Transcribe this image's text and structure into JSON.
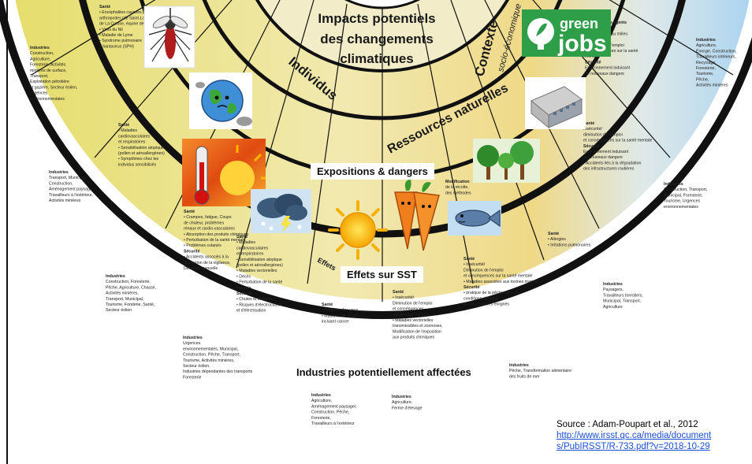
{
  "center": {
    "title_line1": "Impacts potentiels",
    "title_line2": "des changements",
    "title_line3": "climatiques"
  },
  "ring_titles": {
    "individus": "Individus",
    "ressources": "Ressources naturelles",
    "contexte_line1": "Contexte",
    "contexte_line2": "socio-économique",
    "effets": "Effets"
  },
  "labels": {
    "expositions": "Expositions & dangers",
    "effets_sst": "Effets sur SST",
    "industries": "Industries potentiellement affectées"
  },
  "source": {
    "text": "Source : Adam-Poupart et al., 2012",
    "link_line1": "http://www.irsst.qc.ca/media/document",
    "link_line2": "s/PubIRSST/R-733.pdf?v=2018-10-29"
  },
  "icons": {
    "mosquito": "mosquito-icon",
    "earth": "sick-earth-icon",
    "thermometer": "heat-thermometer-icon",
    "storm": "storm-cloud-icon",
    "sun": "sun-icon",
    "carrot": "carrot-icon",
    "fish": "fish-icon",
    "trees": "trees-icon",
    "building": "building-icon",
    "greenjobs": "green-jobs-logo"
  },
  "green_jobs": {
    "word1": "green",
    "word2": "jobs"
  },
  "sector_texts": [
    {
      "id": "s1",
      "lines": [
        "Santé",
        "• Encéphalites causées par des",
        "arthropodes (de Saint-Louis,",
        "de La Crosse, équine de l'Est)",
        "• Virus du Nil",
        "• Maladie de Lyme",
        "• Syndrome pulmonaire",
        "à hantavirus (SPH)"
      ]
    },
    {
      "id": "s2",
      "lines": [
        "Industries",
        "Construction,",
        "Agriculture,",
        "Foresterie, Activités",
        "minières de surface,",
        "Transport,",
        "Exploitation pétrolière",
        "et gazière, Secteur éolien,",
        "Urgences",
        "environnementales"
      ]
    },
    {
      "id": "s3",
      "lines": [
        "Santé",
        "• Maladies",
        "cardiovasculaires",
        "et respiratoires",
        "• Sensibilisation atopique",
        "(pollen et aéroallergènes)",
        "• Symptômes chez les",
        "individus sensibilisés"
      ]
    },
    {
      "id": "s4",
      "lines": [
        "Industries",
        "Transport, Municipal,",
        "Construction,",
        "Aménagement paysager,",
        "Travailleurs à l'extérieur,",
        "Activités minières"
      ]
    },
    {
      "id": "s5",
      "lines": [
        "Santé",
        "• Crampes, fatigue, Coups",
        "de chaleur, problèmes",
        "rénaux et cardio-vasculaires",
        "• Absorption des produits chimiques",
        "• Perturbation de la santé mentale",
        "• Problèmes cutanés",
        "Sécurité",
        "• Accidents associés à la",
        "diminution de la vigilance,",
        "Dextérité manuelle"
      ]
    },
    {
      "id": "s6",
      "lines": [
        "Industries",
        "Construction, Foresterie,",
        "Pêche, Agriculture, Chasse,",
        "Activités minières,",
        "Transport, Municipal,",
        "Tourisme, Fonderie, Santé,",
        "Secteur éolien"
      ]
    },
    {
      "id": "s7",
      "lines": [
        "Santé",
        "• Maladies",
        "cardiovasculaires",
        "et respiratoires",
        "• Sensibilisation atopique",
        "(pollen et aéroallergènes)",
        "• Maladies vectorielles",
        "• Décès",
        "• Perturbation de la santé",
        "mentale",
        "Sécurité",
        "• Chutes et blessures",
        "• Risques d'électrocution",
        "et d'électrisation"
      ]
    },
    {
      "id": "s8",
      "lines": [
        "Industries",
        "Urgences",
        "environnementales, Municipal,",
        "Construction, Pêche, Transport,",
        "Tourisme, Activités minières,",
        "Secteur éolien,",
        "Industries dépendantes des transports",
        "Foresterie"
      ]
    },
    {
      "id": "s9",
      "lines": [
        "Santé",
        "• Maladies des yeux",
        "• Maladies de la peau,",
        "incluant cancer"
      ]
    },
    {
      "id": "s10",
      "lines": [
        "Industries",
        "Agriculture,",
        "Aménagement paysager,",
        "Construction, Pêche,",
        "Foresterie,",
        "Travailleurs à l'extérieur"
      ]
    },
    {
      "id": "s11",
      "lines": [
        "Santé",
        "• Insécurité/",
        "Diminution de l'emploi",
        "et conséquences",
        "sur la santé mentale",
        "• Maladies vectorielles",
        "transmissibles et zoonoses,",
        "Modification de l'exposition",
        "aux produits chimiques"
      ]
    },
    {
      "id": "s12",
      "lines": [
        "Industries",
        "Agriculture,",
        "Ferme d'élevage"
      ]
    },
    {
      "id": "s13",
      "lines": [
        "Santé",
        "• Insécurité/",
        "Diminution de l'emploi",
        "et conséquences sur la santé mentale",
        "• Maladies associées aux toxines marines",
        "Sécurité",
        "• pratique de la pêche dans des",
        "conditions difficiles",
        "et des territoires éloignés"
      ]
    },
    {
      "id": "s14",
      "lines": [
        "Industries",
        "Pêche, Transformation alimentaire",
        "des fruits de mer"
      ]
    },
    {
      "id": "s15",
      "lines": [
        "Santé",
        "• Allergies",
        "• Irritations pulmonaires"
      ]
    },
    {
      "id": "s16",
      "lines": [
        "Industries",
        "Paysagers,",
        "Travailleurs forestiers,",
        "Municipal, Transport,",
        "Agriculture"
      ]
    },
    {
      "id": "s17",
      "lines": [
        "Santé",
        "Insécurité/",
        "diminution de l'emploi",
        "et conséquences sur la santé mentale",
        "Sécurité",
        "Environnement induisant",
        "de nouveaux dangers",
        "• Accidents liés à la dégradation",
        "des infrastructures routières"
      ]
    },
    {
      "id": "s18",
      "lines": [
        "Industries",
        "Construction, Transport,",
        "Municipal, Foresterie,",
        "Tourisme, Urgences",
        "environnementales"
      ]
    },
    {
      "id": "s19",
      "lines": [
        "Industries",
        "Agriculture,",
        "Énergie, Construction,",
        "Travailleurs intérieurs,",
        "Recyclage,",
        "Foresterie,",
        "Tourisme,",
        "Pêche,",
        "Activités minières"
      ]
    },
    {
      "id": "s20",
      "lines": [
        "position à des agents",
        "chimiques,",
        "biologiques et au milieu",
        "radioactif",
        "diminution de l'emploi",
        "et conséquences sur la santé",
        "mentale",
        "Sécurité",
        "Environnement induisant",
        "de nouveaux dangers"
      ]
    },
    {
      "id": "s21",
      "lines": [
        "Modification",
        "de la récolte,",
        "des méthodes"
      ]
    }
  ]
}
